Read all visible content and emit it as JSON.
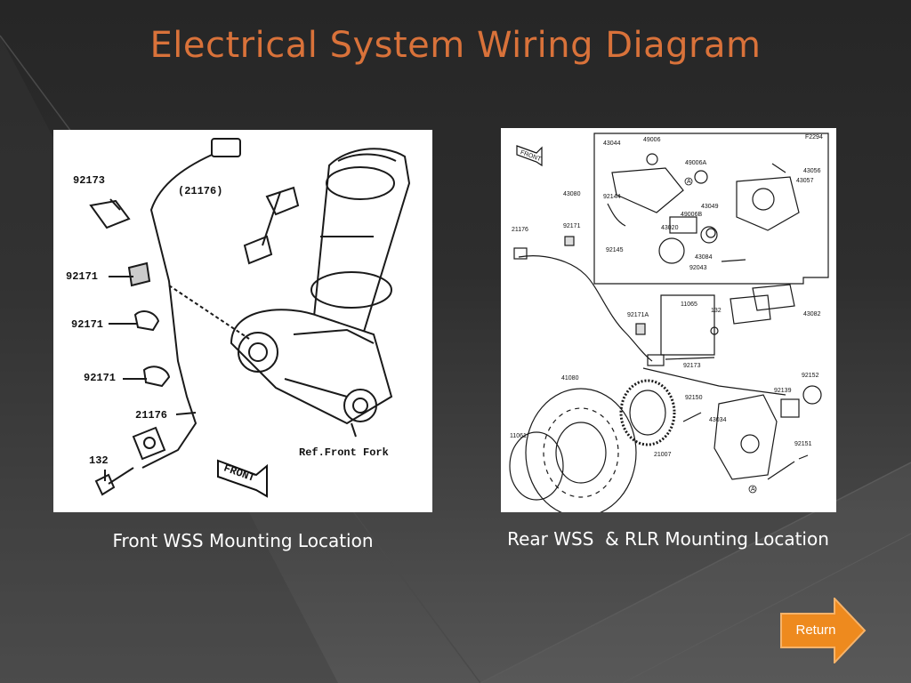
{
  "slide": {
    "title": "Electrical System Wiring Diagram",
    "accent_color": "#d9723a",
    "button_color": "#ee8a1e"
  },
  "front_diagram": {
    "caption": "Front WSS Mounting Location",
    "labels": {
      "clamp": "92173",
      "sensor_cable": "(21176)",
      "clip_1": "92171",
      "clip_2": "92171",
      "clip_3": "92171",
      "sensor": "21176",
      "bolt": "132",
      "fork_ref": "Ref.Front Fork",
      "direction": "FRONT"
    }
  },
  "rear_diagram": {
    "caption": "Rear WSS  & RLR Mounting Location",
    "labels": {
      "fig_code": "F2294",
      "direction": "FRONT",
      "l43044": "43044",
      "l49006": "49006",
      "l49006a": "49006A",
      "l43056": "43056",
      "l43057": "43057",
      "l43080": "43080",
      "l92144": "92144",
      "l43049": "43049",
      "l49006b": "49006B",
      "l43020": "43020",
      "l92145": "92145",
      "l92171": "92171",
      "l21176": "21176",
      "l43084": "43084",
      "l92043": "92043",
      "l11065": "11065",
      "l132": "132",
      "l92171a": "92171A",
      "l43082": "43082",
      "l92173": "92173",
      "l41080": "41080",
      "l92152": "92152",
      "l92150": "92150",
      "l92139": "92139",
      "l43034": "43034",
      "l11061": "11061",
      "l21007": "21007",
      "l92151": "92151",
      "circle_a1": "A",
      "circle_a2": "A"
    }
  },
  "return_button": {
    "label": "Return"
  }
}
